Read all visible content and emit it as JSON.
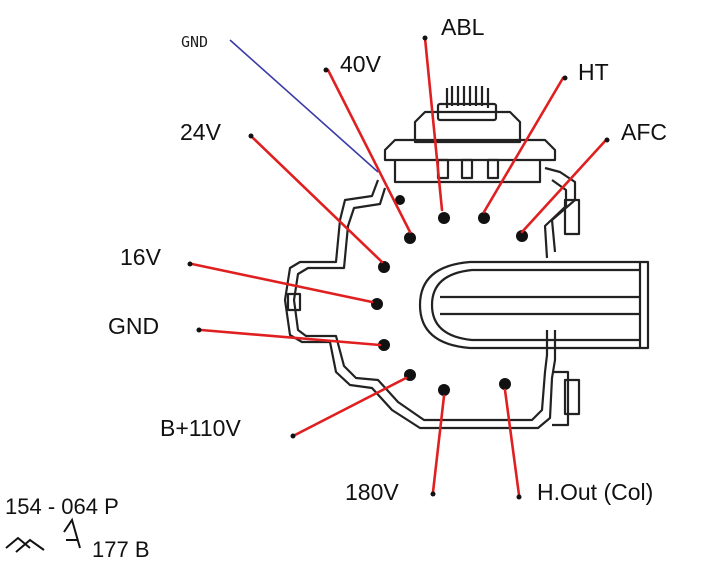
{
  "pins": {
    "gnd_top": "GND",
    "abl": "ABL",
    "v40": "40V",
    "ht": "HT",
    "afc": "AFC",
    "v24": "24V",
    "v16": "16V",
    "gnd": "GND",
    "b110": "B+110V",
    "v180": "180V",
    "hout": "H.Out (Col)"
  },
  "part_numbers": {
    "first": "154 - 064 P",
    "second": "177 B"
  },
  "colors": {
    "pin_leader": "#e02020",
    "gnd_leader": "#3a3aa8",
    "outline": "#222222"
  }
}
